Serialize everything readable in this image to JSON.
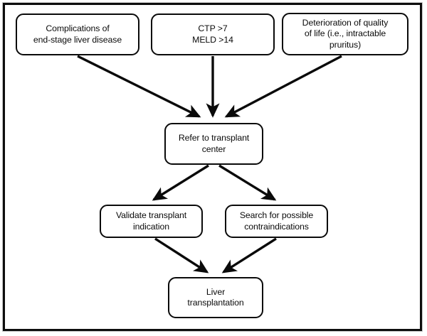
{
  "figure": {
    "title": "Liver transplantation referral and evaluation flowchart",
    "frame_color": "#0d0d0d",
    "node_border_color": "#0a0a0a",
    "arrow_color": "#0a0a0a",
    "background": "#ffffff"
  },
  "nodes": [
    {
      "id": "complications",
      "label": "Complications of\nend-stage liver disease",
      "row": "indications"
    },
    {
      "id": "scores",
      "label": "CTP >7\nMELD >14",
      "row": "indications"
    },
    {
      "id": "quality",
      "label": "Deterioration of quality\nof life (i.e., intractable\npruritus)",
      "row": "indications"
    },
    {
      "id": "refer",
      "label": "Refer to transplant\ncenter",
      "row": "referral"
    },
    {
      "id": "validate",
      "label": "Validate transplant\nindication",
      "row": "evaluation"
    },
    {
      "id": "search",
      "label": "Search for possible\ncontraindications",
      "row": "evaluation"
    },
    {
      "id": "liver",
      "label": "Liver\ntransplantation",
      "row": "outcome"
    }
  ],
  "edges": [
    {
      "id": "complications-to-refer",
      "from": "complications",
      "to": "refer",
      "style": "solid-arrow"
    },
    {
      "id": "scores-to-refer",
      "from": "scores",
      "to": "refer",
      "style": "solid-arrow"
    },
    {
      "id": "quality-to-refer",
      "from": "quality",
      "to": "refer",
      "style": "solid-arrow"
    },
    {
      "id": "refer-to-validate",
      "from": "refer",
      "to": "validate",
      "style": "solid-arrow"
    },
    {
      "id": "refer-to-search",
      "from": "refer",
      "to": "search",
      "style": "solid-arrow"
    },
    {
      "id": "validate-to-liver",
      "from": "validate",
      "to": "liver",
      "style": "solid-arrow"
    },
    {
      "id": "search-to-liver",
      "from": "search",
      "to": "liver",
      "style": "solid-arrow"
    }
  ]
}
